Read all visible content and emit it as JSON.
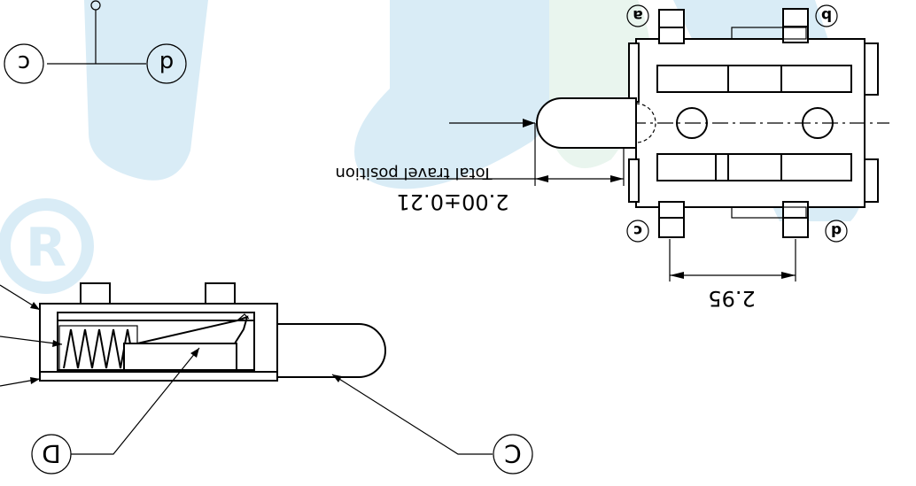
{
  "colors": {
    "ink": "#000000",
    "watermark_blue": "#d9ecf6",
    "watermark_green": "#e9f5ee"
  },
  "callouts": {
    "top_left_a": "c",
    "top_left_b": "d",
    "bottom_left": "D",
    "bottom_right": "C"
  },
  "terminals": {
    "top_left": "a",
    "top_right": "b",
    "bottom_left": "c",
    "bottom_right": "d"
  },
  "dimensions": {
    "travel_value": "2.00±0.21",
    "travel_label": "Total travel position",
    "pitch_value": "2.95"
  },
  "watermark": {
    "registered_mark": "R"
  }
}
